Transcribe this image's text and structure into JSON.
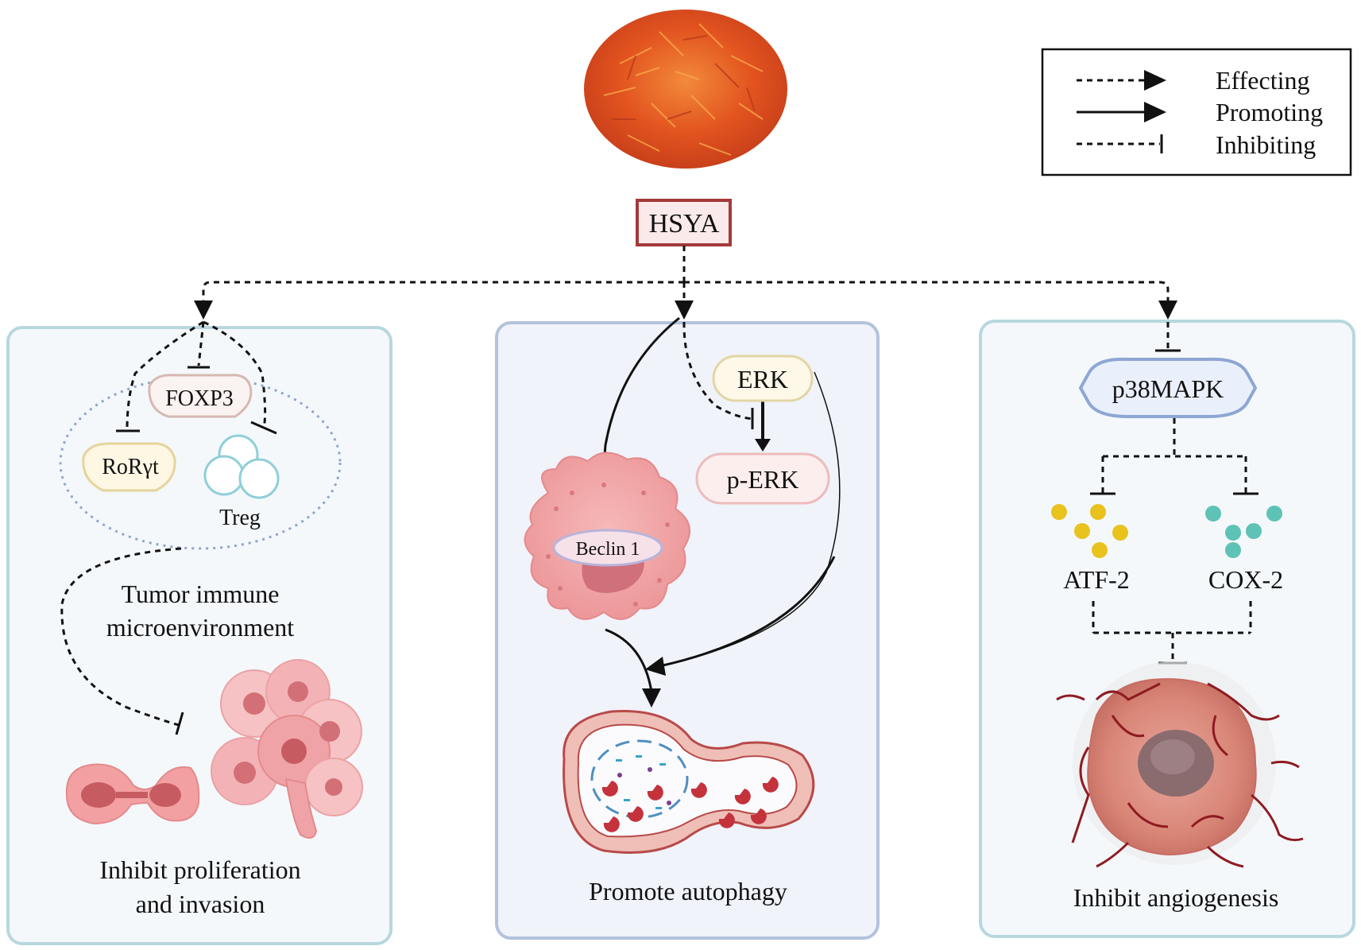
{
  "legend": {
    "effecting": "Effecting",
    "promoting": "Promoting",
    "inhibiting": "Inhibiting"
  },
  "root": {
    "label": "HSYA"
  },
  "left_panel": {
    "foxp3": "FOXP3",
    "roryt": "RoRγt",
    "treg": "Treg",
    "caption1_line1": "Tumor immune",
    "caption1_line2": "microenvironment",
    "caption2_line1": "Inhibit proliferation",
    "caption2_line2": "and invasion"
  },
  "middle_panel": {
    "erk": "ERK",
    "perk": "p-ERK",
    "beclin": "Beclin 1",
    "caption": "Promote autophagy"
  },
  "right_panel": {
    "p38": "p38MAPK",
    "atf2": "ATF-2",
    "cox2": "COX-2",
    "caption": "Inhibit angiogenesis"
  },
  "colors": {
    "hsya_border": "#a33a3a",
    "hsya_fill": "#fbeaea",
    "cell_pink": "#f2a8aa",
    "atf2_dots": "#e9c21e",
    "cox2_dots": "#5fc2b6",
    "safflower": "#e05a25"
  }
}
